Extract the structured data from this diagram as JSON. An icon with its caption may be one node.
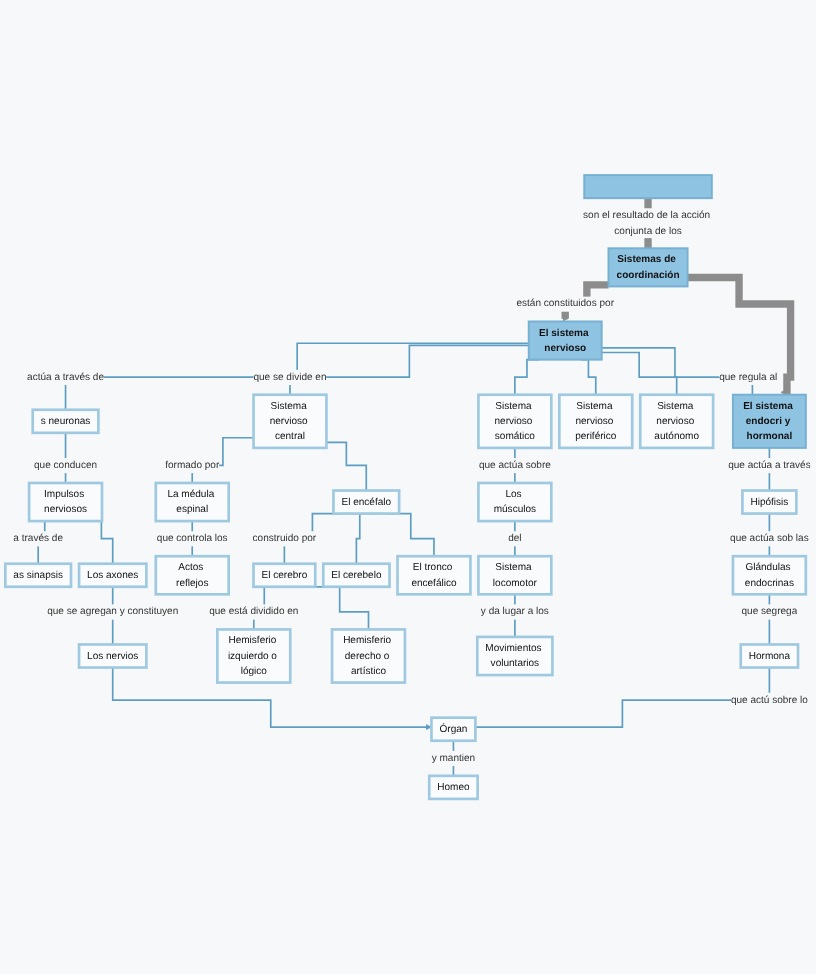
{
  "diagram": {
    "nodes": [
      {
        "text": [],
        "shape": "box"
      },
      {
        "text": [
          "Sistemas de coordinación"
        ]
      },
      {
        "text": [
          "El sistema nervioso"
        ]
      },
      {
        "text": [
          "El sistema endocri y hormonal"
        ]
      },
      {
        "text": [
          "s neuronas"
        ]
      },
      {
        "text": [
          "Impulsos nerviosos"
        ]
      },
      {
        "text": [
          "as sinapsis"
        ]
      },
      {
        "text": [
          "Los axones"
        ]
      },
      {
        "text": [
          "Los nervios"
        ]
      },
      {
        "text": [
          "Sistema nervioso central"
        ]
      },
      {
        "text": [
          "Sistema nervioso periférico"
        ]
      },
      {
        "text": [
          "Sistema nervioso autónomo"
        ]
      },
      {
        "text": [
          "Sistema nervioso somático"
        ]
      },
      {
        "text": [
          "La médula espinal"
        ]
      },
      {
        "text": [
          "El encéfalo"
        ]
      },
      {
        "text": [
          "Actos reflejos"
        ]
      },
      {
        "text": [
          "El cerebro"
        ]
      },
      {
        "text": [
          "El cerebelo"
        ]
      },
      {
        "text": [
          "El tronco encefálico"
        ]
      },
      {
        "text": [
          "Hemisferio izquierdo o lógico"
        ]
      },
      {
        "text": [
          "Hemisferio derecho o artístico"
        ]
      },
      {
        "text": [
          "Los músculos"
        ]
      },
      {
        "text": [
          "Sistema locomotor"
        ]
      },
      {
        "text": [
          "Movimientos voluntarios"
        ]
      },
      {
        "text": [
          "Hipófisis"
        ]
      },
      {
        "text": [
          "Glándulas endocrinas"
        ]
      },
      {
        "text": [
          "Hormona"
        ]
      },
      {
        "text": [
          "Órgan"
        ]
      },
      {
        "text": [
          "Homeo"
        ]
      }
    ],
    "edges": [
      {
        "from": 0,
        "to": 1,
        "arrow": "none",
        "label": "son el resultado de la acción conjunta de los",
        "style": "thick",
        "color": "#8c8c8c"
      },
      {
        "from": 1,
        "to": 2,
        "arrow": "to",
        "label": "están constituidos por",
        "style": "thick",
        "color": "#8c8c8c"
      },
      {
        "from": 1,
        "to": 3,
        "arrow": "to",
        "style": "thick",
        "color": "#8c8c8c"
      },
      {
        "from": 2,
        "to": 3,
        "arrow": "none",
        "label": "que regula al"
      },
      {
        "from": 2,
        "to": 4,
        "arrow": "none",
        "label": "actúa a través de"
      },
      {
        "from": 4,
        "to": 5,
        "arrow": "none",
        "label": "que conducen"
      },
      {
        "from": 5,
        "to": 6,
        "arrow": "none",
        "label": "a través de"
      },
      {
        "from": 5,
        "to": 7,
        "arrow": "none"
      },
      {
        "from": 7,
        "to": 8,
        "arrow": "none",
        "label": "que se agregan y constituyen"
      },
      {
        "from": 2,
        "to": 9,
        "arrow": "none",
        "label": "que se divide en"
      },
      {
        "from": 2,
        "to": 10,
        "arrow": "none"
      },
      {
        "from": 2,
        "to": 11,
        "arrow": "none"
      },
      {
        "from": 2,
        "to": 12,
        "arrow": "none"
      },
      {
        "from": 9,
        "to": 13,
        "arrow": "none",
        "label": "formado por"
      },
      {
        "from": 9,
        "to": 14,
        "arrow": "none"
      },
      {
        "from": 13,
        "to": 15,
        "arrow": "none",
        "label": "que controla los"
      },
      {
        "from": 14,
        "to": 16,
        "arrow": "none",
        "label": "construido por"
      },
      {
        "from": 14,
        "to": 17,
        "arrow": "none"
      },
      {
        "from": 14,
        "to": 18,
        "arrow": "none"
      },
      {
        "from": 16,
        "to": 19,
        "arrow": "none",
        "label": "que está dividido en"
      },
      {
        "from": 16,
        "to": 20,
        "arrow": "none"
      },
      {
        "from": 12,
        "to": 21,
        "arrow": "none",
        "label": "que actúa sobre"
      },
      {
        "from": 21,
        "to": 22,
        "arrow": "none",
        "label": "del"
      },
      {
        "from": 22,
        "to": 23,
        "arrow": "none",
        "label": "y da lugar a los"
      },
      {
        "from": 3,
        "to": 24,
        "arrow": "none",
        "label": "que actúa a través"
      },
      {
        "from": 24,
        "to": 25,
        "arrow": "none",
        "label": "que actúa sob las"
      },
      {
        "from": 25,
        "to": 26,
        "arrow": "none",
        "label": "que segrega"
      },
      {
        "from": 26,
        "to": 27,
        "arrow": "none",
        "label": "que actú sobre lo"
      },
      {
        "from": 27,
        "to": 28,
        "arrow": "none",
        "label": "y mantien"
      },
      {
        "from": 8,
        "to": 27,
        "arrow": "to"
      }
    ]
  }
}
